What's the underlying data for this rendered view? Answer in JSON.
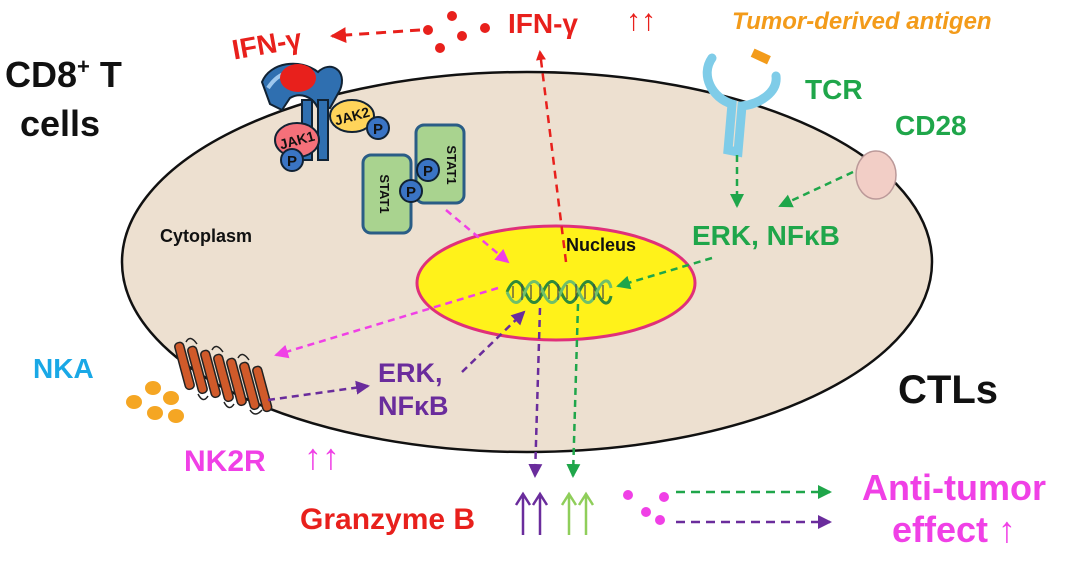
{
  "labels": {
    "cd8_line1": "CD8",
    "cd8_sup": "+",
    "cd8_t": " T",
    "cd8_line2": "cells",
    "ifn_left": "IFN-γ",
    "ifn_top": "IFN-γ",
    "ifn_top_arrows": "↑↑",
    "tumor_antigen": "Tumor-derived antigen",
    "tcr": "TCR",
    "cd28": "CD28",
    "jak1": "JAK1",
    "jak2": "JAK2",
    "p": "P",
    "stat1": "STAT1",
    "cytoplasm": "Cytoplasm",
    "nucleus": "Nucleus",
    "erk_nfkb_right": "ERK, NFκB",
    "erk_left_1": "ERK,",
    "erk_left_2": "NFκB",
    "nka": "NKA",
    "nk2r": "NK2R",
    "nk2r_arrows": "↑↑",
    "ctls": "CTLs",
    "granzyme": "Granzyme B",
    "anti_tumor_1": "Anti-tumor",
    "anti_tumor_2": "effect ↑"
  },
  "colors": {
    "red": "#e8201c",
    "green": "#1fa64a",
    "light_green": "#8fce5a",
    "purple": "#6a2c9c",
    "magenta": "#f040e6",
    "cyan": "#19a8e6",
    "orange": "#f39b1a",
    "cell_fill": "#ede0d0",
    "nucleus_fill": "#fff21a",
    "nucleus_border": "#e0307a"
  }
}
